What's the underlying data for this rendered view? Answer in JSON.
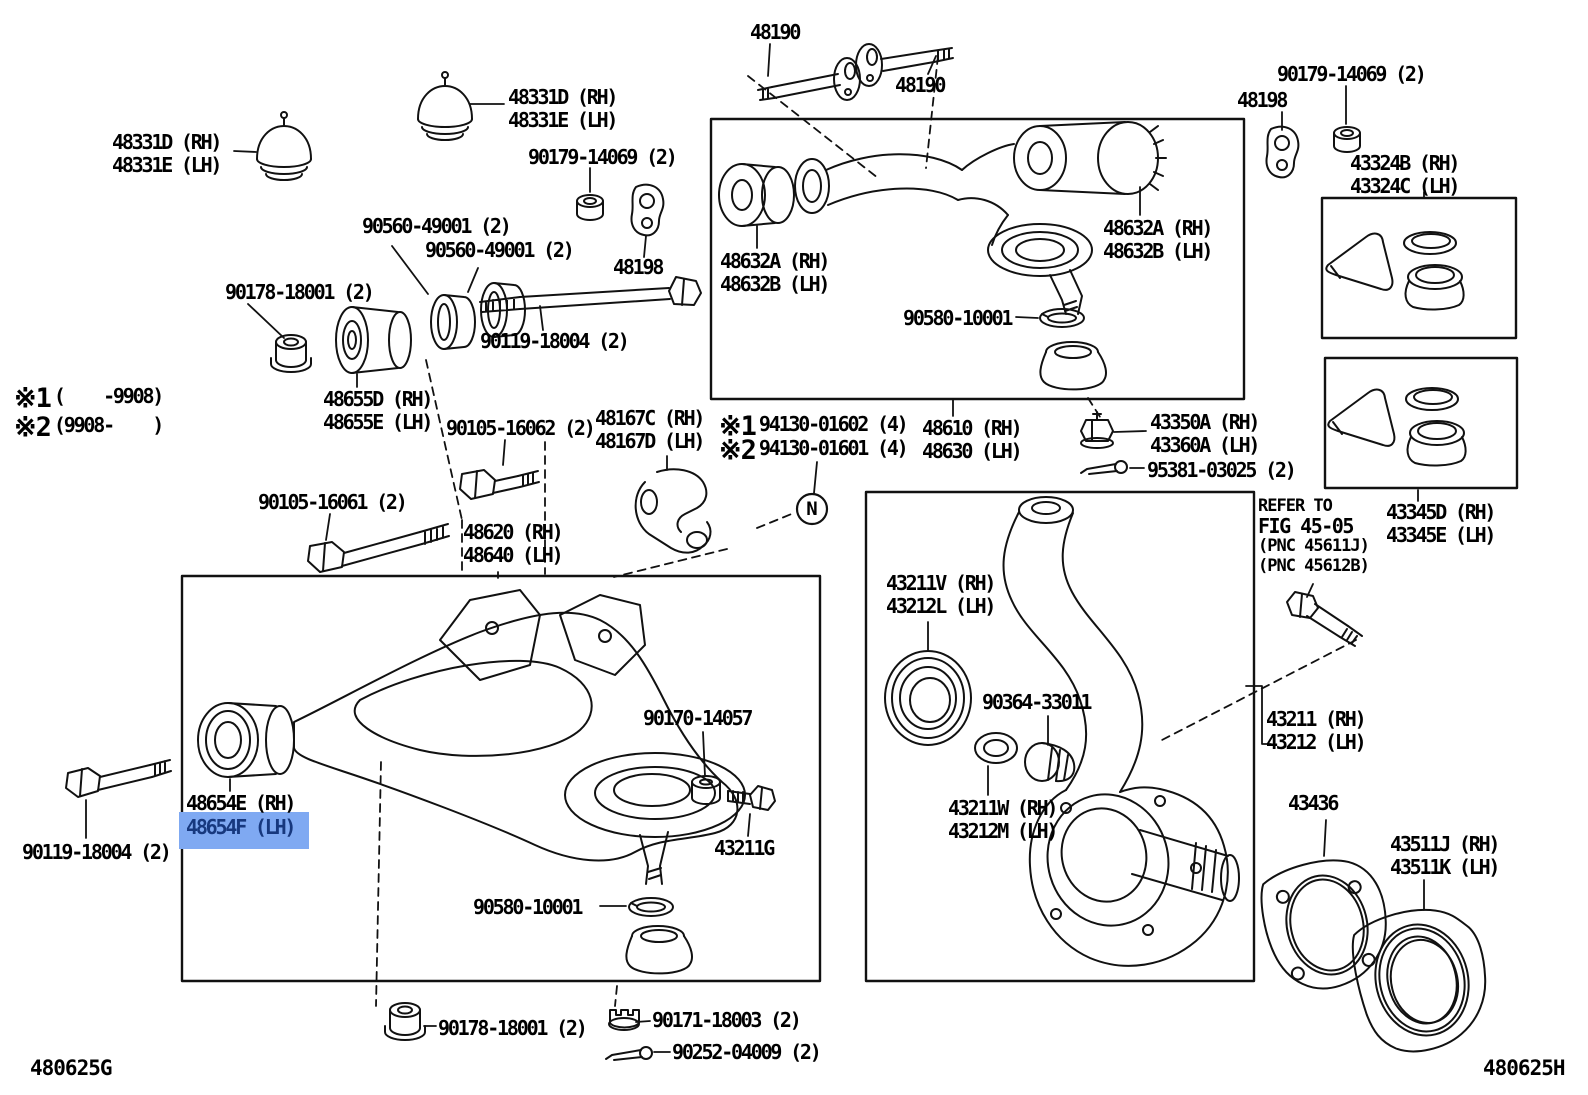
{
  "page_codes": {
    "left": "480625G",
    "right": "480625H"
  },
  "marker": {
    "n": "N"
  },
  "highlight": {
    "background": "#7FA9F2",
    "text_color": "#17387E"
  },
  "notes": {
    "note1_prefix": "※1",
    "note1_text": "(    -9908)",
    "note2_prefix": "※2",
    "note2_text": "(9908-    )"
  },
  "labels": {
    "a48331_1": {
      "line1": "48331D (RH)",
      "line2": "48331E (LH)"
    },
    "a48331_2": {
      "line1": "48331D (RH)",
      "line2": "48331E (LH)"
    },
    "a48190_1": {
      "text": "48190"
    },
    "a48190_2": {
      "text": "48190"
    },
    "a90179_1": {
      "text": "90179-14069 (2)"
    },
    "a48198_1": {
      "text": "48198"
    },
    "a90179_2": {
      "text": "90179-14069 (2)"
    },
    "a48198_2": {
      "text": "48198"
    },
    "a43324": {
      "line1": "43324B (RH)",
      "line2": "43324C (LH)"
    },
    "a90560_1": {
      "text": "90560-49001 (2)"
    },
    "a90560_2": {
      "text": "90560-49001 (2)"
    },
    "a90178_1": {
      "text": "90178-18001 (2)"
    },
    "a90119_1": {
      "text": "90119-18004 (2)"
    },
    "a48655": {
      "line1": "48655D (RH)",
      "line2": "48655E (LH)"
    },
    "a90105_62": {
      "text": "90105-16062 (2)"
    },
    "a48167": {
      "line1": "48167C (RH)",
      "line2": "48167D (LH)"
    },
    "a94130_1": {
      "prefix": "※1",
      "text": "94130-01602 (4)"
    },
    "a94130_2": {
      "prefix": "※2",
      "text": "94130-01601 (4)"
    },
    "a48610": {
      "line1": "48610 (RH)",
      "line2": "48630 (LH)"
    },
    "a48632_1": {
      "line1": "48632A (RH)",
      "line2": "48632B (LH)"
    },
    "a48632_2": {
      "line1": "48632A (RH)",
      "line2": "48632B (LH)"
    },
    "a90580_1": {
      "text": "90580-10001"
    },
    "a43350": {
      "line1": "43350A (RH)",
      "line2": "43360A (LH)"
    },
    "a95381": {
      "text": "95381-03025 (2)"
    },
    "a43345": {
      "line1": "43345D (RH)",
      "line2": "43345E (LH)"
    },
    "refer": {
      "line1": "REFER TO",
      "line2": "FIG 45-05",
      "line3": "(PNC 45611J)",
      "line4": "(PNC 45612B)"
    },
    "a90105_61": {
      "text": "90105-16061 (2)"
    },
    "a48620": {
      "line1": "48620 (RH)",
      "line2": "48640 (LH)"
    },
    "a43211v": {
      "line1": "43211V (RH)",
      "line2": "43212L (LH)"
    },
    "a90364": {
      "text": "90364-33011"
    },
    "a43211": {
      "line1": "43211 (RH)",
      "line2": "43212 (LH)"
    },
    "a90170": {
      "text": "90170-14057"
    },
    "a43211g": {
      "text": "43211G"
    },
    "a48654e": {
      "text": "48654E (RH)"
    },
    "a48654f": {
      "text": "48654F (LH)"
    },
    "a90119_2": {
      "text": "90119-18004 (2)"
    },
    "a43211w": {
      "line1": "43211W (RH)",
      "line2": "43212M (LH)"
    },
    "a90580_2": {
      "text": "90580-10001"
    },
    "a43436": {
      "text": "43436"
    },
    "a43511": {
      "line1": "43511J (RH)",
      "line2": "43511K (LH)"
    },
    "a90178_2": {
      "text": "90178-18001 (2)"
    },
    "a90171": {
      "text": "90171-18003 (2)"
    },
    "a90252": {
      "text": "90252-04009 (2)"
    }
  }
}
